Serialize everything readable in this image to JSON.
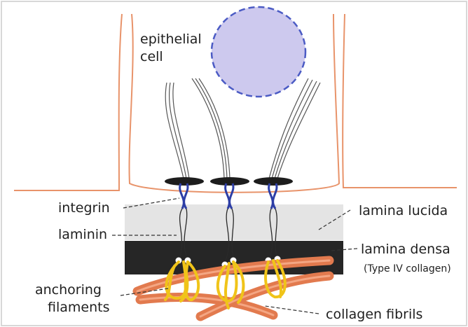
{
  "labels": {
    "epithelial_line1": "epithelial",
    "epithelial_line2": "cell",
    "integrin": "integrin",
    "laminin": "laminin",
    "lamina_lucida": "lamina lucida",
    "lamina_densa": "lamina densa",
    "type_iv_collagen": "(Type IV collagen)",
    "anchoring_line1": "anchoring",
    "anchoring_line2": "filaments",
    "collagen_fibrils": "collagen fibrils"
  },
  "colors": {
    "cell_outline": "#e8936a",
    "nucleus_fill": "#cdc9ee",
    "nucleus_stroke": "#4b5bc4",
    "lamina_lucida": "#e4e4e4",
    "lamina_densa": "#262626",
    "integrin": "#2d3ea6",
    "anchoring_filament": "#f0c419",
    "collagen_fibril": "#e27a4e"
  }
}
